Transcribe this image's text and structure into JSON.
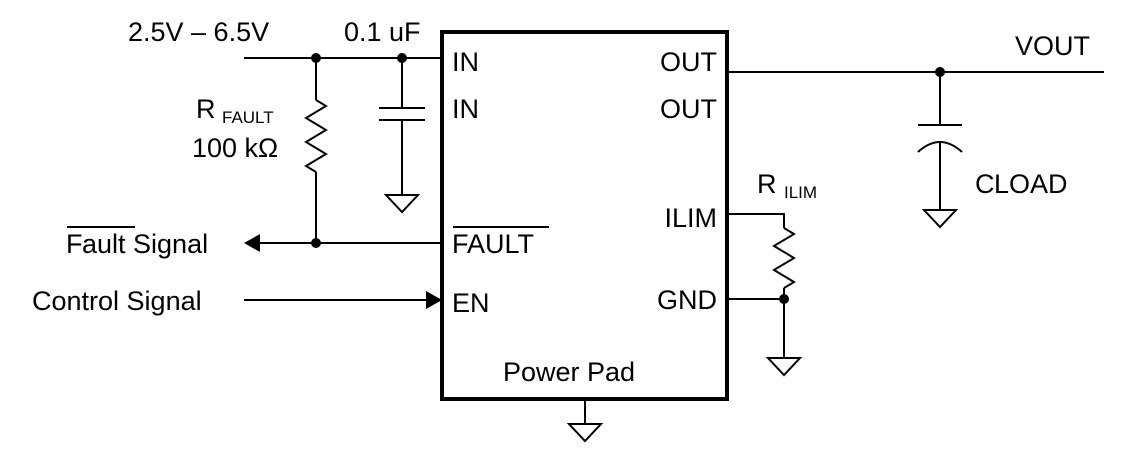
{
  "supply": {
    "input_range": "2.5V – 6.5V",
    "input_cap": "0.1 uF"
  },
  "ic": {
    "pin_in_1": "IN",
    "pin_in_2": "IN",
    "pin_fault": "FAULT",
    "pin_en": "EN",
    "pin_out_1": "OUT",
    "pin_out_2": "OUT",
    "pin_ilim": "ILIM",
    "pin_gnd": "GND",
    "pad_label": "Power Pad"
  },
  "r_fault": {
    "prefix": "R",
    "subscript": "FAULT",
    "value": "100 kΩ"
  },
  "r_ilim": {
    "prefix": "R",
    "subscript": "ILIM"
  },
  "output": {
    "net_label": "VOUT",
    "cap_prefix": "C",
    "cap_suffix": "LOAD"
  },
  "signals": {
    "fault_prefix": "F",
    "fault_rest": "ault Signal",
    "control": "Control Signal"
  }
}
